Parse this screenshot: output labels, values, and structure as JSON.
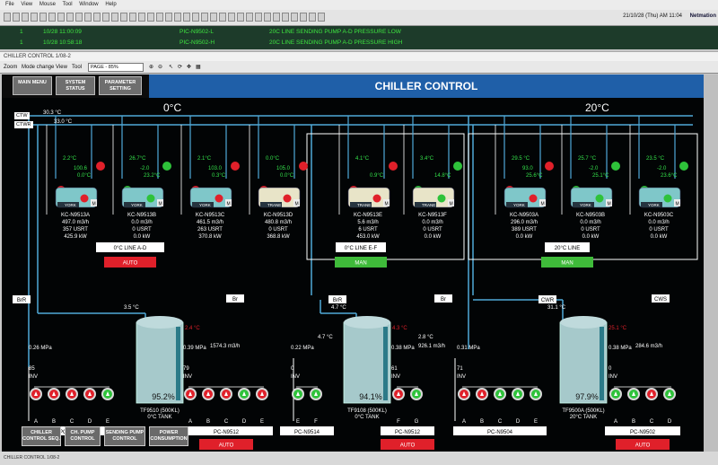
{
  "menubar": [
    "File",
    "View",
    "Mouse",
    "Tool",
    "Window",
    "Help"
  ],
  "clock": "21/10/28 (Thu) AM 11:04",
  "brand": "Netmation",
  "alarms": [
    {
      "id": "1",
      "time": "10/28 11:00:09",
      "tag": "PIC-N9502-L",
      "msg": "20C LINE SENDING PUMP A-D PRESSURE LOW"
    },
    {
      "id": "1",
      "time": "10/28 10:58:18",
      "tag": "PIC-N9502-H",
      "msg": "20C LINE SENDING PUMP A-D PRESSURE HIGH"
    }
  ],
  "window_title": "CHILLER CONTROL 1/08-2",
  "toolbar2": {
    "zoom": "Zoom",
    "mode": "Mode change",
    "view": "View",
    "tool": "Tool",
    "page": "PAGE - 85%"
  },
  "nav": [
    "MAIN MENU",
    "SYSTEM STATUS",
    "PARAMETER SETTING"
  ],
  "title": "CHILLER CONTROL",
  "section_0c": "0°C",
  "section_20c": "20°C",
  "header_tags": {
    "ctw": "CTW",
    "ctws": "CTWR",
    "t1": "30.3 °C",
    "t2": "33.0 °C"
  },
  "chillers": [
    {
      "tag": "KC-N9513A",
      "flow": "497.0 m3/h",
      "usrt": "357 USRT",
      "kw": "425.9 kW",
      "pct": "100.6",
      "t_in": "2.2°C",
      "t_out": "0.0°C",
      "brand": "YORK"
    },
    {
      "tag": "KC-N9513B",
      "flow": "0.0 m3/h",
      "usrt": "0 USRT",
      "kw": "0.0 kW",
      "pct": "-2.0",
      "t_in": "26.7°C",
      "t_out": "23.2°C",
      "brand": "YORK"
    },
    {
      "tag": "KC-N9513C",
      "flow": "461.5 m3/h",
      "usrt": "263 USRT",
      "kw": "370.8 kW",
      "pct": "103.0",
      "t_in": "2.1°C",
      "t_out": "0.3°C",
      "brand": "YORK"
    },
    {
      "tag": "KC-N9513D",
      "flow": "480.8 m3/h",
      "usrt": "0 USRT",
      "kw": "368.8 kW",
      "pct": "105.0",
      "t_in": "0.0°C",
      "t_out": "0.0°C",
      "brand": "TRANE"
    },
    {
      "tag": "KC-N9513E",
      "flow": "5.6 m3/h",
      "usrt": "6 USRT",
      "kw": "453.0 kW",
      "pct": "",
      "t_in": "4.1°C",
      "t_out": "0.9°C",
      "brand": "TRANE"
    },
    {
      "tag": "KC-N9513F",
      "flow": "0.0 m3/h",
      "usrt": "0 USRT",
      "kw": "0.0 kW",
      "pct": "",
      "t_in": "3.4°C",
      "t_out": "14.8°C",
      "brand": "TRANE"
    },
    {
      "tag": "KC-N9503A",
      "flow": "296.0 m3/h",
      "usrt": "389 USRT",
      "kw": "0.0 kW",
      "pct": "93.0",
      "t_in": "29.5 °C",
      "t_out": "25.6°C",
      "brand": "YORK"
    },
    {
      "tag": "KC-N9503B",
      "flow": "0.0 m3/h",
      "usrt": "0 USRT",
      "kw": "0.0 kW",
      "pct": "-2.0",
      "t_in": "25.7 °C",
      "t_out": "25.1°C",
      "brand": "YORK"
    },
    {
      "tag": "KC-N9503C",
      "flow": "0.0 m3/h",
      "usrt": "0 USRT",
      "kw": "0.0 kW",
      "pct": "-2.0",
      "t_in": "23.5 °C",
      "t_out": "23.6°C",
      "brand": "YORK"
    }
  ],
  "line_labels": [
    {
      "name": "0°C LINE A-D",
      "mode": "AUTO"
    },
    {
      "name": "0°C LINE E-F",
      "mode": "MAN"
    },
    {
      "name": "20°C LINE",
      "mode": "MAN"
    }
  ],
  "tanks": [
    {
      "pct": "95.2%",
      "name": "TF9510 (500KL)",
      "sub": "0°C TANK",
      "temp_l": "3.5 °C",
      "temp_r": "2.4 °C",
      "tag": "BrR"
    },
    {
      "pct": "94.1%",
      "name": "TF9108 (500KL)",
      "sub": "0°C TANK",
      "temp_l": "4.7 °C",
      "temp_r": "4.3 °C",
      "tag": "BrR"
    },
    {
      "pct": "97.9%",
      "name": "TF9500A (500KL)",
      "sub": "20°C TANK",
      "temp_l": "31.1 °C",
      "temp_r": "25.1 °C",
      "tag": "CWR"
    }
  ],
  "pump_groups": [
    {
      "tag": "PC-N9514",
      "letters": [
        "A",
        "B",
        "C",
        "D",
        "E"
      ],
      "mpa": "0.26 MPa",
      "pct": "85",
      "inv": "INV"
    },
    {
      "tag": "PC-N9512",
      "letters": [
        "A",
        "B",
        "C",
        "D",
        "E"
      ],
      "mpa": "0.39 MPa",
      "pct": "79",
      "inv": "INV",
      "flow": "1574.3 m3/h",
      "tagbox": "Br",
      "mode": "AUTO"
    },
    {
      "tag": "PC-N9514",
      "letters": [
        "E",
        "F"
      ],
      "mpa": "0.22 MPa",
      "pct": "0",
      "inv": "INV",
      "temp": "4.7 °C"
    },
    {
      "tag": "PC-N9512",
      "letters": [
        "F",
        "G"
      ],
      "mpa": "0.38 MPa",
      "pct": "61",
      "inv": "INV",
      "flow": "926.1 m3/h",
      "temp": "2.8 °C",
      "tagbox": "Br",
      "mode": "AUTO"
    },
    {
      "tag": "PC-N9504",
      "letters": [
        "A",
        "B",
        "C",
        "D",
        "E"
      ],
      "mpa": "0.31 MPa",
      "pct": "71",
      "inv": "INV"
    },
    {
      "tag": "PC-N9502",
      "letters": [
        "A",
        "B",
        "C",
        "D"
      ],
      "mpa": "0.38 MPa",
      "pct": "0",
      "inv": "INV",
      "flow": "284.6 m3/h",
      "tagbox": "CWS",
      "mode": "AUTO"
    }
  ],
  "bottom_buttons": [
    "CHILLER CONTROL SEQ.",
    "CH. PUMP CONTROL",
    "SENDING PUMP CONTROL",
    "POWER CONSUMPTION"
  ],
  "statusbar": "CHILLER CONTROL 1/08-2",
  "colors": {
    "pipe": "#4fa9d8",
    "run": "#2ec23a",
    "stop": "#e0202a",
    "title": "#1f5fa8"
  }
}
